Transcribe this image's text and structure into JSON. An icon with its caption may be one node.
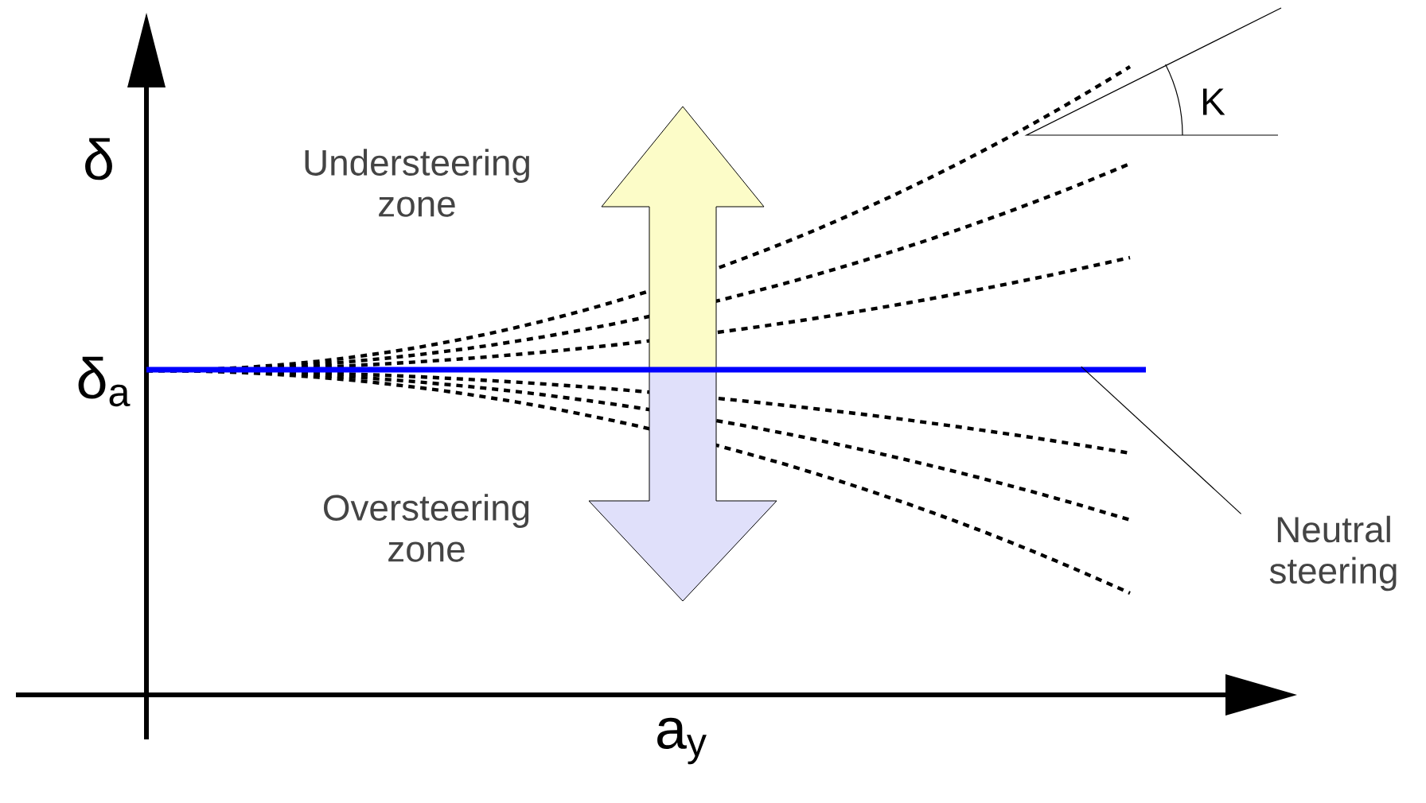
{
  "diagram": {
    "nodes": [
      {
        "text": [
          "Neutral steering"
        ]
      },
      {
        "text": [],
        "shape": "bar"
      }
    ],
    "edges": [
      {
        "from": 0,
        "to": 1,
        "arrow": "none"
      }
    ],
    "labels": [
      "δ",
      "δ$_{a}$",
      "K",
      "Understeering zone",
      "Oversteering zone",
      "a$_{y}$"
    ]
  }
}
